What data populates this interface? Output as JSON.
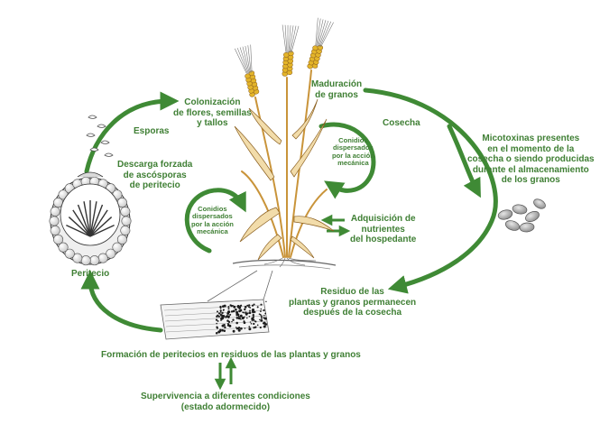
{
  "colors": {
    "green": "#3f8a35",
    "label_green": "#3f7f34",
    "wheat_gold": "#e4b52a",
    "stem": "#c9943a",
    "spore_grey": "#9a9a9a"
  },
  "labels": {
    "colonizacion": "Colonización\nde flores, semillas\ny tallos",
    "maduracion": "Maduración\nde granos",
    "cosecha": "Cosecha",
    "micotoxinas": "Micotoxinas presentes\nen el momento de la\ncosecha o siendo producidas\ndurante el almacenamiento\nde los granos",
    "esporas": "Esporas",
    "descarga": "Descarga forzada\nde ascósporas\nde peritecio",
    "conidios_left": "Conidios\ndispersados\npor la acción\nmecánica",
    "conidios_right": "Conidios\ndispersados\npor la acción\nmecánica",
    "adquisicion": "Adquisición de\nnutrientes\ndel hospedante",
    "peritecio": "Peritecio",
    "residuo": "Residuo de las\nplantas y granos permanecen\ndespués de la cosecha",
    "formacion": "Formación de peritecios en residuos de las plantas y granos",
    "supervivencia": "Supervivencia a diferentes condiciones\n(estado adormecido)"
  },
  "icons": {
    "perithecium": "perithecium-icon",
    "wheat": "wheat-plant-icon",
    "residue": "plant-residue-icon",
    "grains": "grain-kernels-icon"
  }
}
